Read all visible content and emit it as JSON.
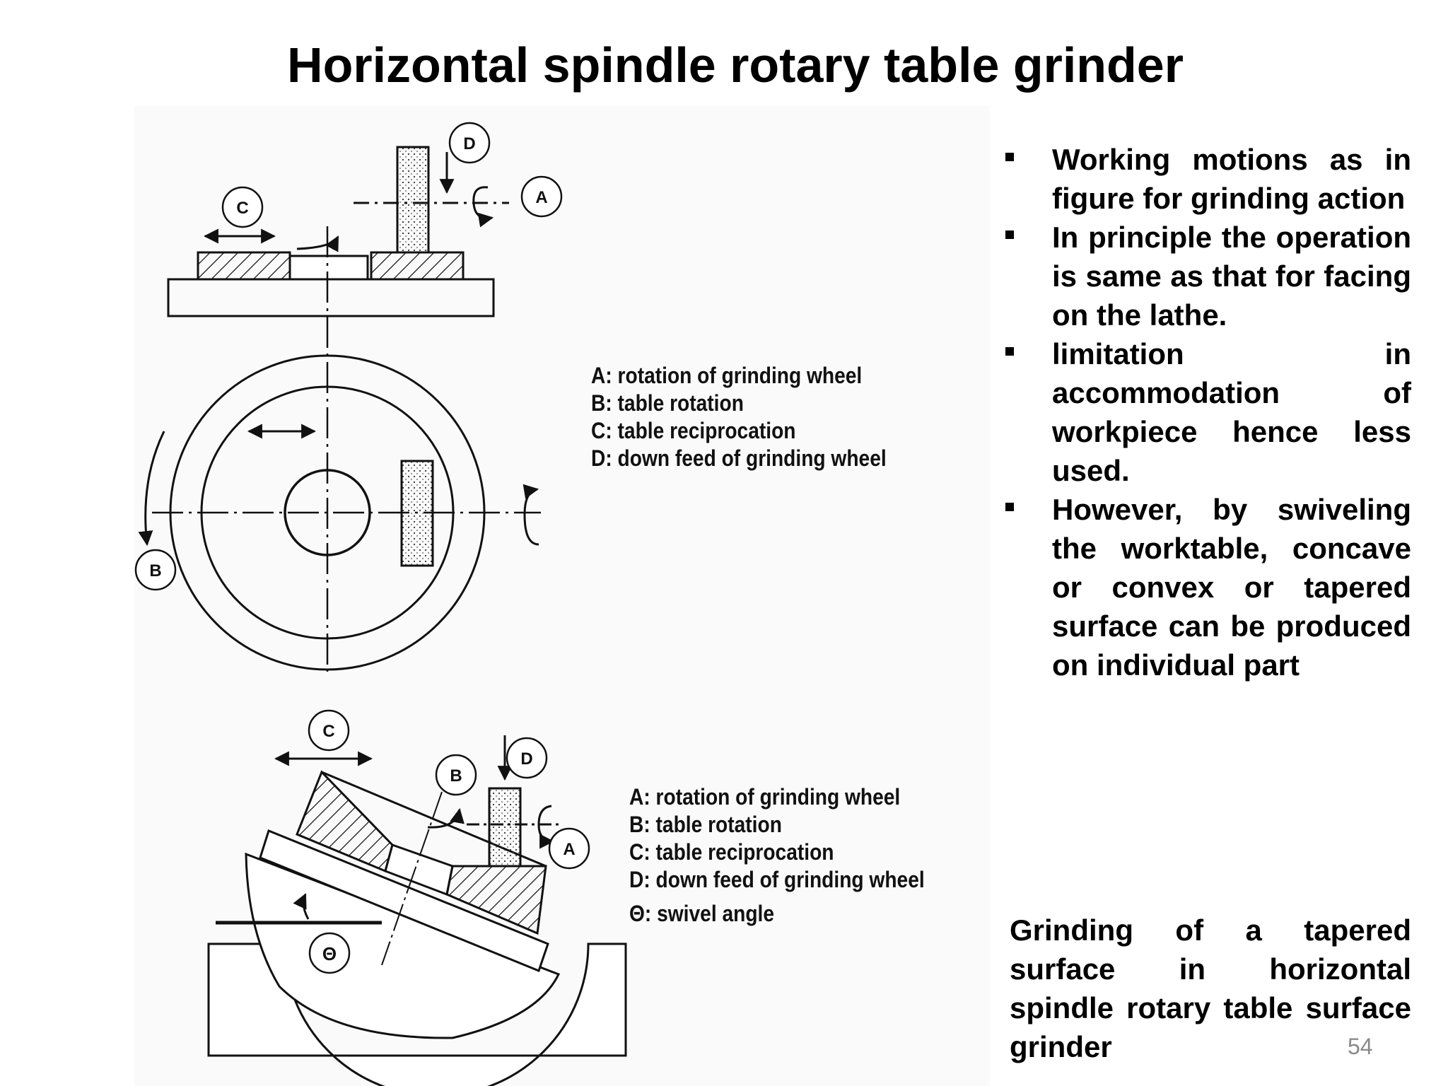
{
  "slide": {
    "title": "Horizontal spindle rotary table grinder",
    "page_number": "54"
  },
  "figure": {
    "callouts": {
      "a": "A",
      "b": "B",
      "c": "C",
      "d": "D",
      "theta": "Θ"
    },
    "legend_top": [
      "A: rotation of grinding wheel",
      "B: table rotation",
      "C: table reciprocation",
      "D: down feed of grinding wheel"
    ],
    "legend_bottom": [
      "A: rotation of grinding wheel",
      "B: table rotation",
      "C: table reciprocation",
      "D: down feed of grinding wheel",
      "Θ: swivel angle"
    ]
  },
  "bullets": [
    "Working motions as in figure for grinding action",
    "In principle the operation is same as that for facing on the lathe.",
    "limitation in accommodation of workpiece hence less used.",
    "However, by swiveling the worktable, concave or convex or tapered surface can be produced on individual part"
  ],
  "caption": "Grinding of a tapered surface in horizontal spindle rotary table surface grinder"
}
